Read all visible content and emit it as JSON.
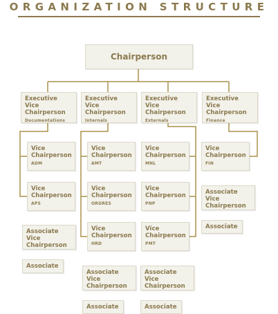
{
  "title": "ORGANIZATION STRUCTURE",
  "chair": {
    "label": "Chairperson"
  },
  "evps": [
    {
      "title": "Executive Vice Chairperson",
      "dept": "Documentations"
    },
    {
      "title": "Executive Vice Chairperson",
      "dept": "Internals"
    },
    {
      "title": "Executive Vice Chairperson",
      "dept": "Externals"
    },
    {
      "title": "Executive Vice Chairperson",
      "dept": "Finance"
    }
  ],
  "vcs": {
    "adm": {
      "title": "Vice Chairperson",
      "code": "ADM"
    },
    "aps": {
      "title": "Vice Chairperson",
      "code": "APS"
    },
    "amt": {
      "title": "Vice Chairperson",
      "code": "AMT"
    },
    "orgres": {
      "title": "Vice Chairperson",
      "code": "ORGRES"
    },
    "hrd": {
      "title": "Vice Chairperson",
      "code": "HRD"
    },
    "mnl": {
      "title": "Vice Chairperson",
      "code": "MNL"
    },
    "pnp": {
      "title": "Vice Chairperson",
      "code": "PNP"
    },
    "pmt": {
      "title": "Vice Chairperson",
      "code": "PMT"
    },
    "fin": {
      "title": "Vice Chairperson",
      "code": "FIN"
    }
  },
  "associates": {
    "avc_label": "Associate Vice Chairperson",
    "assoc_label": "Associate"
  },
  "colors": {
    "accent": "#8b7a4f",
    "box_bg": "#f2f1ea",
    "box_border": "#dcd8c8",
    "connector": "#a8904a"
  }
}
